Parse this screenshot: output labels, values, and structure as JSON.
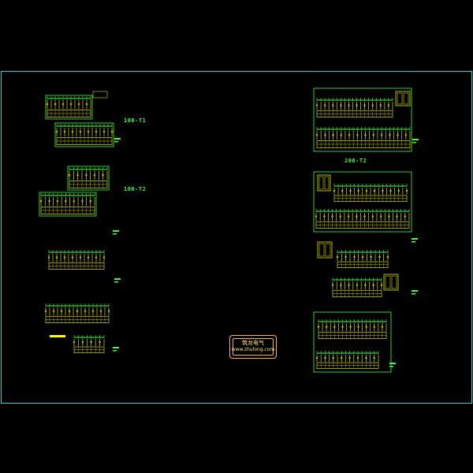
{
  "drawing": {
    "labels": {
      "t1": "100-T1",
      "t2": "100-T2",
      "t3": "200-T2"
    }
  },
  "watermark": {
    "site": "www.zhulong.com",
    "chinese": "筑龙电气"
  },
  "colors": {
    "background": "#000000",
    "frame": "#2bd4d4",
    "box": "#39ff39",
    "schematic": "#ffff00",
    "accent": "#ffffff",
    "stamp": "#ffb347"
  }
}
